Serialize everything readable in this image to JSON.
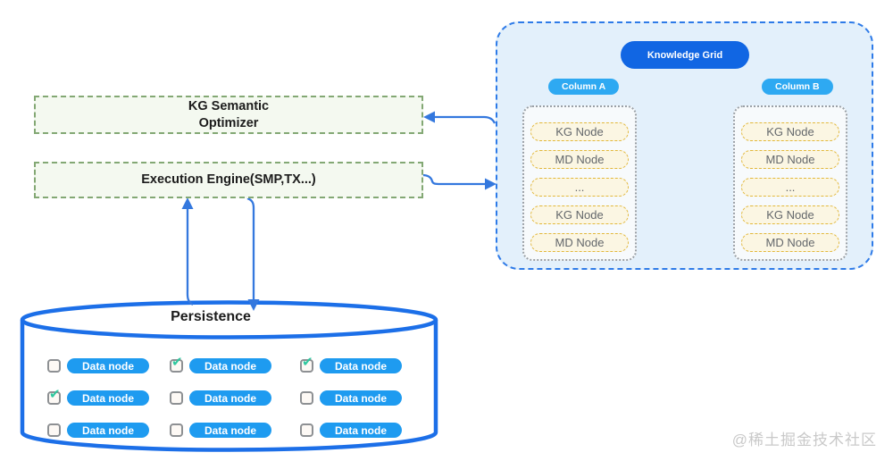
{
  "optimizer_box": {
    "line1": "KG Semantic",
    "line2": "Optimizer"
  },
  "execution_box": {
    "label": "Execution Engine(SMP,TX...)"
  },
  "knowledge_grid": {
    "title": "Knowledge Grid",
    "columns": [
      {
        "label": "Column A",
        "nodes": [
          "KG Node",
          "MD Node",
          "...",
          "KG Node",
          "MD Node"
        ]
      },
      {
        "label": "Column B",
        "nodes": [
          "KG Node",
          "MD Node",
          "...",
          "KG Node",
          "MD Node"
        ]
      }
    ]
  },
  "persistence": {
    "title": "Persistence",
    "rows": [
      [
        {
          "label": "Data node",
          "checked": false
        },
        {
          "label": "Data node",
          "checked": true
        },
        {
          "label": "Data node",
          "checked": true
        }
      ],
      [
        {
          "label": "Data node",
          "checked": true
        },
        {
          "label": "Data node",
          "checked": false
        },
        {
          "label": "Data node",
          "checked": false
        }
      ],
      [
        {
          "label": "Data node",
          "checked": false
        },
        {
          "label": "Data node",
          "checked": false
        },
        {
          "label": "Data node",
          "checked": false
        }
      ]
    ]
  },
  "watermark": "@稀土掘金技术社区",
  "colors": {
    "green_box_fill": "#f4f9f0",
    "green_box_border": "#83a874",
    "panel_fill": "#e3f0fb",
    "panel_border": "#2e7be8",
    "kg_title_pill": "#1166e3",
    "column_pill": "#2ea9f2",
    "node_pill_fill": "#fbf6e3",
    "node_pill_border": "#e2b83c",
    "data_pill": "#1e9bf0",
    "cylinder_stroke": "#1c6fe8",
    "arrow": "#3478de",
    "check": "#2fc89f"
  }
}
